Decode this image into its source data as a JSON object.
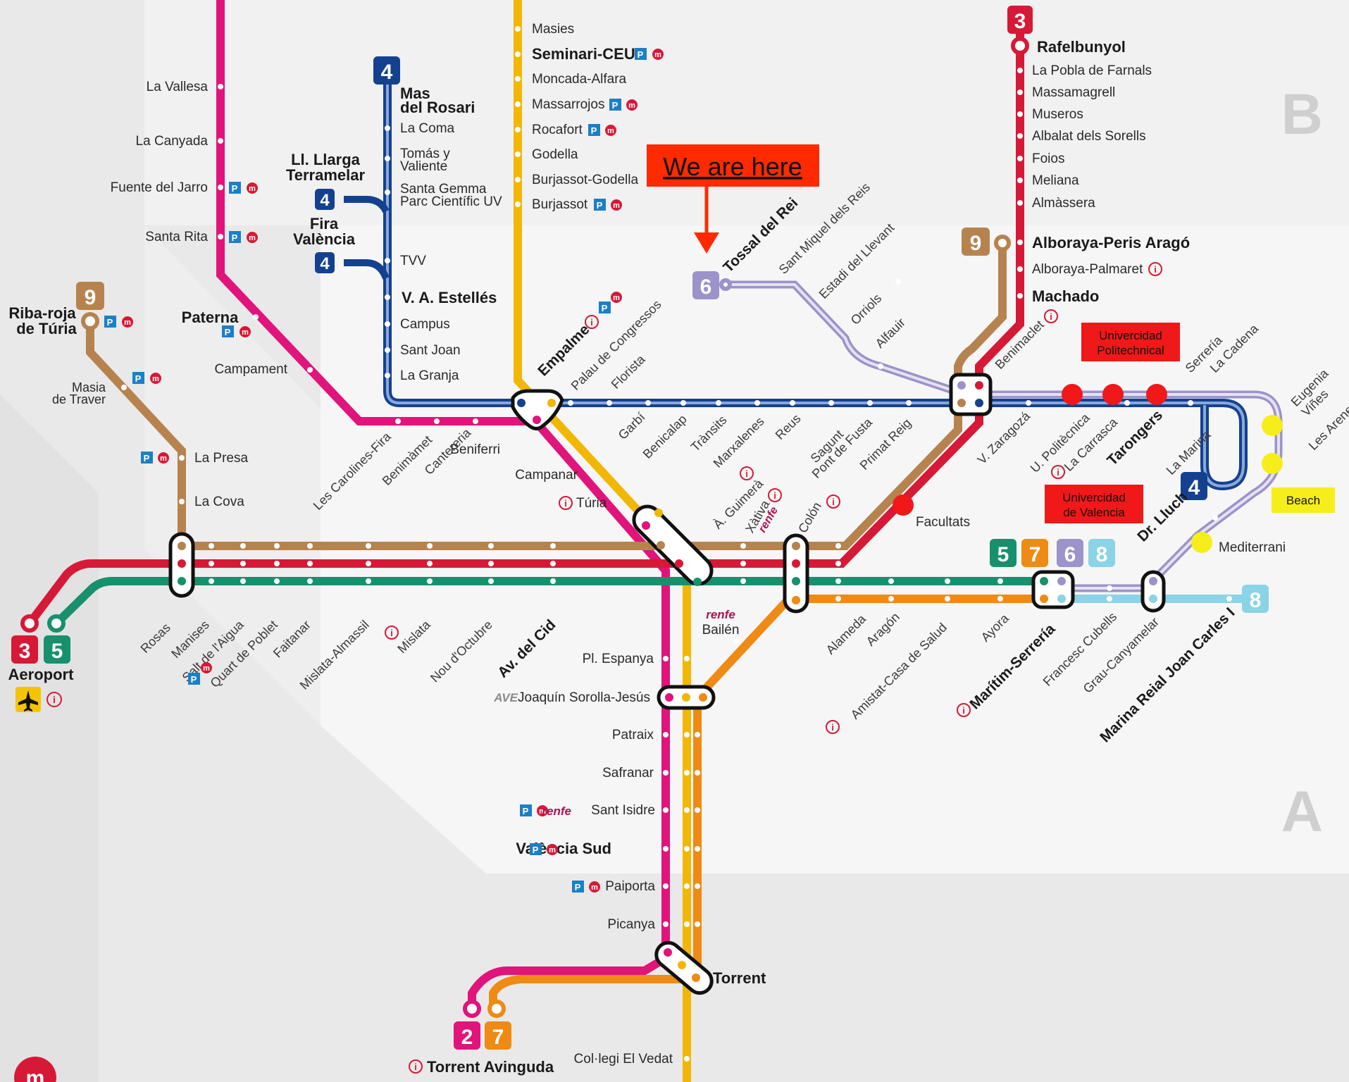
{
  "zones": {
    "a": "A",
    "b": "B"
  },
  "here_label": "We are here",
  "colors": {
    "l1": "#f2b705",
    "l2": "#e0147a",
    "l3": "#d61936",
    "l4": "#14418f",
    "l5": "#17906d",
    "l6": "#9b93c9",
    "l7": "#ef8a14",
    "l8": "#8bd3e6",
    "l9": "#b6834f",
    "poi_red": "#f01818",
    "poi_yellow": "#f5ee1a",
    "bg": "#ececec",
    "panel": "#f7f7f7"
  },
  "line_badges": {
    "l2": "2",
    "l3": "3",
    "l4": "4",
    "l5": "5",
    "l6": "6",
    "l7": "7",
    "l8": "8",
    "l9": "9"
  },
  "stations": {
    "la_vallesa": "La Vallesa",
    "la_canyada": "La Canyada",
    "fuente_jarro": "Fuente del Jarro",
    "santa_rita": "Santa Rita",
    "paterna": "Paterna",
    "campament": "Campament",
    "riba_roja_1": "Riba-roja",
    "riba_roja_2": "de Túria",
    "masia_1": "Masia",
    "masia_2": "de Traver",
    "la_presa": "La Presa",
    "la_cova": "La Cova",
    "aeroport": "Aeroport",
    "rosas": "Rosas",
    "manises": "Manises",
    "salt": "Salt de l'Aigua",
    "quart": "Quart de Poblet",
    "faitanar": "Faitanar",
    "mislata_almassil": "Mislata-Almassil",
    "mislata": "Mislata",
    "nou_octubre": "Nou d'Octubre",
    "av_cid": "Av. del Cid",
    "les_carolines": "Les Carolines-Fira",
    "benimamet": "Benimàmet",
    "cantereria": "Cantereria",
    "beniferri": "Beniferri",
    "campanar": "Campanar",
    "turia": "Túria",
    "mas_rosari_1": "Mas",
    "mas_rosari_2": "del Rosari",
    "la_coma": "La Coma",
    "tomas_1": "Tomás y",
    "tomas_2": "Valiente",
    "santa_gemma_1": "Santa Gemma",
    "santa_gemma_2": "Parc Científic UV",
    "llarga_1": "Ll. Llarga",
    "llarga_2": "Terramelar",
    "fira_1": "Fira",
    "fira_2": "València",
    "tvv": "TVV",
    "va_estelles": "V. A. Estellés",
    "campus": "Campus",
    "sant_joan": "Sant Joan",
    "la_granja": "La Granja",
    "masies": "Masies",
    "seminari": "Seminari-CEU",
    "moncada": "Moncada-Alfara",
    "massarrojos": "Massarrojos",
    "rocafort": "Rocafort",
    "godella": "Godella",
    "burjassot_godella": "Burjassot-Godella",
    "burjassot": "Burjassot",
    "empalme": "Empalme",
    "palau": "Palau de Congressos",
    "florista": "Florista",
    "garbi": "Garbí",
    "benicalap": "Benicalap",
    "transits": "Trànsits",
    "marxalenes": "Marxalenes",
    "reus": "Reus",
    "sagunt": "Sagunt",
    "pont_fusta": "Pont de Fusta",
    "primat_reig": "Primat Reig",
    "guimera": "À. Guimerà",
    "xativa": "Xàtiva",
    "colon": "Colón",
    "tossal": "Tossal del Rei",
    "sant_miquel": "Sant Miquel dels Reis",
    "estadi": "Estadi del Llevant",
    "orriols": "Orriols",
    "alfauir": "Alfauir",
    "rafelbunyol": "Rafelbunyol",
    "pobla": "La Pobla de Farnals",
    "massamagrell": "Massamagrell",
    "museros": "Museros",
    "albalat": "Albalat dels Sorells",
    "foios": "Foios",
    "meliana": "Meliana",
    "almassera": "Almàssera",
    "alboraya_peris": "Alboraya-Peris Aragó",
    "alboraya_palmaret": "Alboraya-Palmaret",
    "machado": "Machado",
    "benimaclet": "Benimaclet",
    "vzaragoza": "V. Zaragozá",
    "upolitecnica": "U. Politècnica",
    "la_carrasca": "La Carrasca",
    "tarongers": "Tarongers",
    "serreria": "Serrería",
    "la_cadena": "La Cadena",
    "eugenia_1": "Eugenia",
    "eugenia_2": "Viñes",
    "les_arenes": "Les Arenes",
    "la_marina": "La Marina",
    "dr_lluch": "Dr. Lluch",
    "mediterrani": "Mediterrani",
    "facultats": "Facultats",
    "alameda": "Alameda",
    "aragon": "Aragón",
    "amistat": "Amistat-Casa de Salud",
    "ayora": "Ayora",
    "maritim": "Marítim-Serrería",
    "francesc": "Francesc Cubells",
    "grau": "Grau-Canyamelar",
    "marina_reial": "Marina Reial Joan Carles I",
    "bailen": "Bailén",
    "pl_espanya": "Pl. Espanya",
    "sorolla": "Joaquín Sorolla-Jesús",
    "patraix": "Patraix",
    "safranar": "Safranar",
    "sant_isidre": "Sant Isidre",
    "valencia_sud": "València Sud",
    "paiporta": "Paiporta",
    "picanya": "Picanya",
    "torrent": "Torrent",
    "torrent_avinguda": "Torrent Avinguda",
    "collegi": "Col·legi El Vedat"
  },
  "pois": {
    "upv_1": "Univercidad",
    "upv_2": "Politechnical",
    "uv_1": "Univercidad",
    "uv_2": "de Valencia",
    "beach": "Beach"
  },
  "symbols": {
    "parking": "P",
    "metro": "m",
    "info": "i",
    "renfe": "renfe",
    "ave": "AVE",
    "brand": "m"
  }
}
